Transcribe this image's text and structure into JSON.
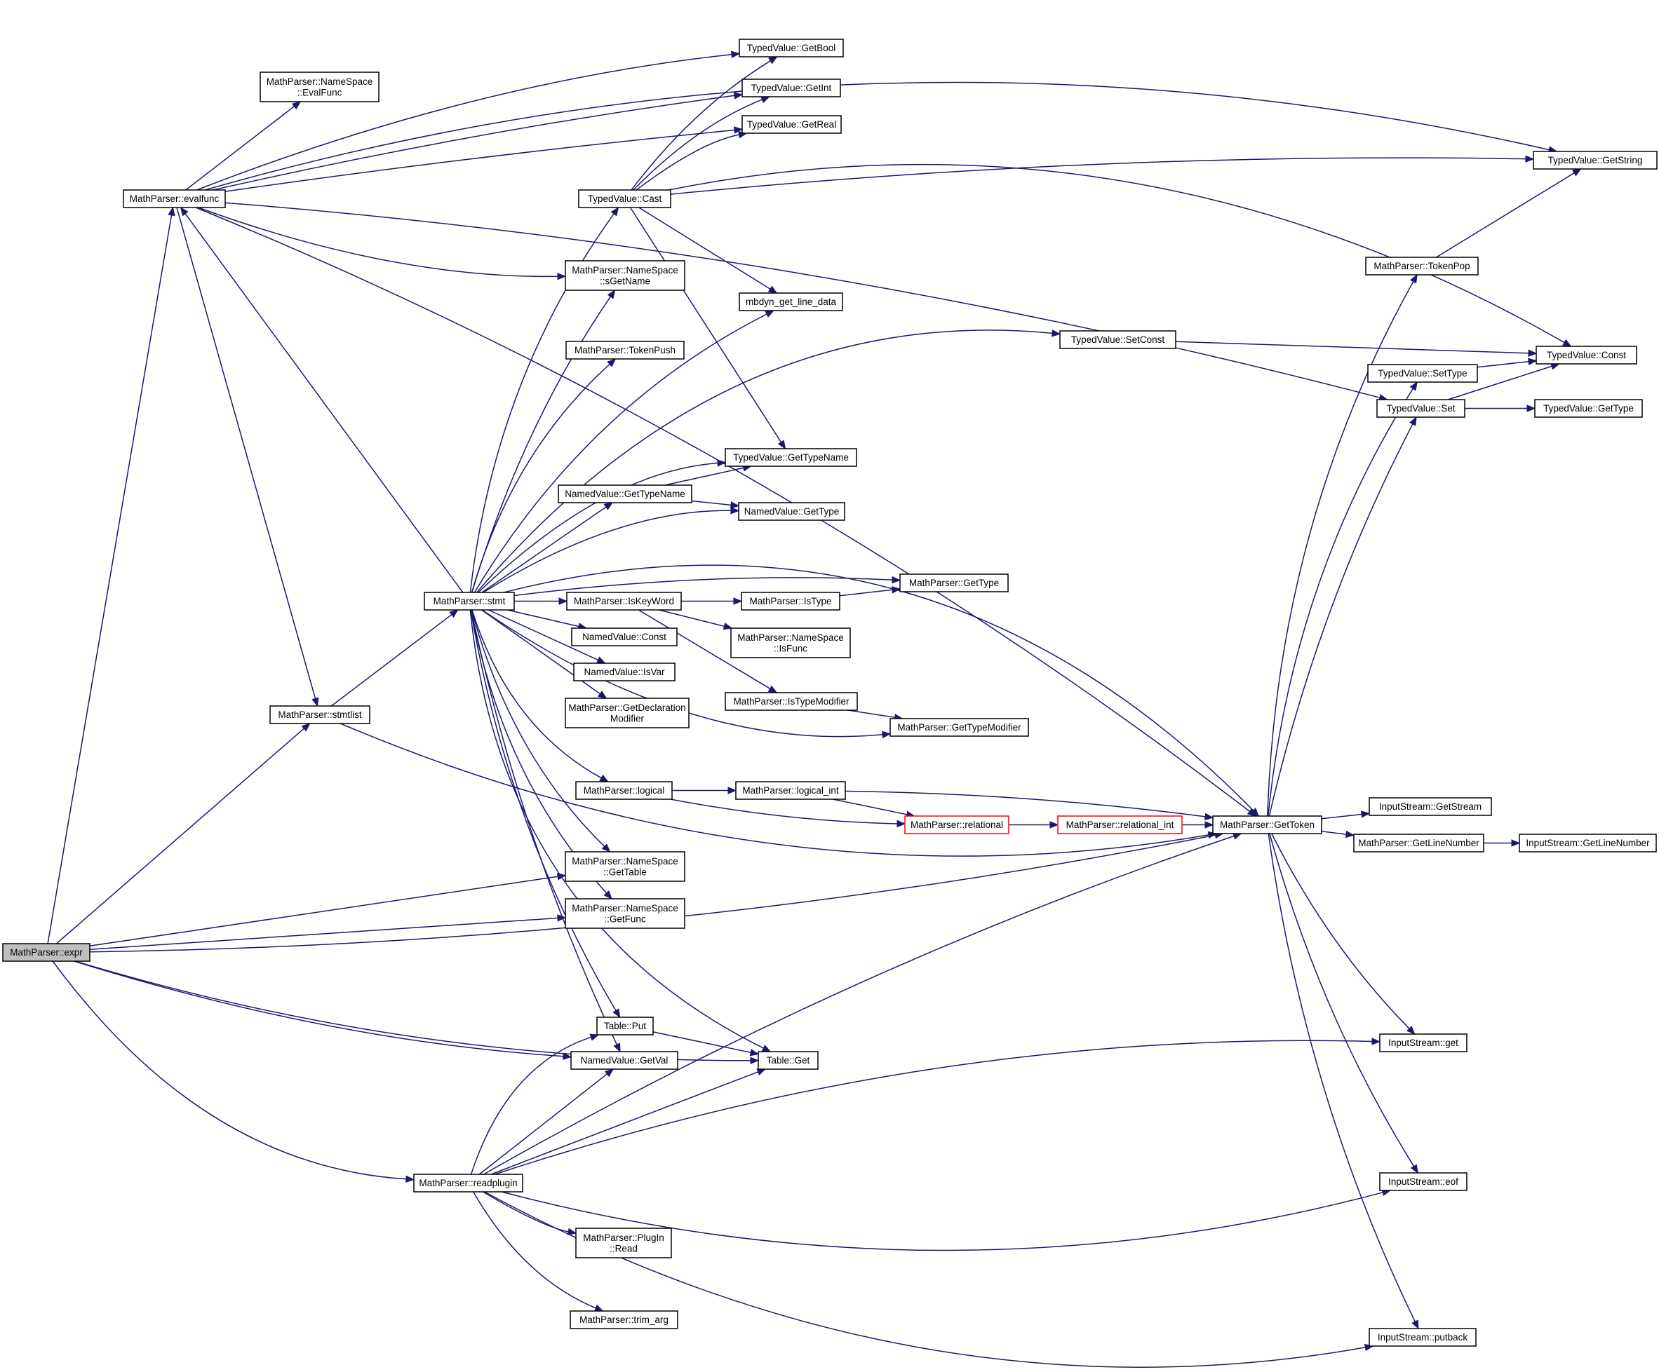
{
  "graph": {
    "title": "",
    "colors": {
      "edge": "#191970",
      "node_border": "#000000",
      "root_fill": "#bfbfbf",
      "truncated_border": "#ff0000",
      "background": "#ffffff"
    },
    "nodes": [
      {
        "id": "expr",
        "label": [
          "MathParser::expr"
        ],
        "root": true
      },
      {
        "id": "evalfunc",
        "label": [
          "MathParser::evalfunc"
        ]
      },
      {
        "id": "ns_evalfunc",
        "label": [
          "MathParser::NameSpace",
          "::EvalFunc"
        ]
      },
      {
        "id": "stmtlist",
        "label": [
          "MathParser::stmtlist"
        ]
      },
      {
        "id": "stmt",
        "label": [
          "MathParser::stmt"
        ]
      },
      {
        "id": "readplugin",
        "label": [
          "MathParser::readplugin"
        ]
      },
      {
        "id": "getbool",
        "label": [
          "TypedValue::GetBool"
        ]
      },
      {
        "id": "getint",
        "label": [
          "TypedValue::GetInt"
        ]
      },
      {
        "id": "getreal",
        "label": [
          "TypedValue::GetReal"
        ]
      },
      {
        "id": "cast",
        "label": [
          "TypedValue::Cast"
        ]
      },
      {
        "id": "sgetname",
        "label": [
          "MathParser::NameSpace",
          "::sGetName"
        ]
      },
      {
        "id": "mbdyn",
        "label": [
          "mbdyn_get_line_data"
        ]
      },
      {
        "id": "tokenpush",
        "label": [
          "MathParser::TokenPush"
        ]
      },
      {
        "id": "tv_gettypename",
        "label": [
          "TypedValue::GetTypeName"
        ]
      },
      {
        "id": "nv_gettypename",
        "label": [
          "NamedValue::GetTypeName"
        ]
      },
      {
        "id": "nv_gettype",
        "label": [
          "NamedValue::GetType"
        ]
      },
      {
        "id": "iskeyword",
        "label": [
          "MathParser::IsKeyWord"
        ]
      },
      {
        "id": "istype",
        "label": [
          "MathParser::IsType"
        ]
      },
      {
        "id": "mp_gettype",
        "label": [
          "MathParser::GetType"
        ]
      },
      {
        "id": "isfunc",
        "label": [
          "MathParser::NameSpace",
          "::IsFunc"
        ]
      },
      {
        "id": "nv_const",
        "label": [
          "NamedValue::Const"
        ]
      },
      {
        "id": "nv_isvar",
        "label": [
          "NamedValue::IsVar"
        ]
      },
      {
        "id": "getdeclmod",
        "label": [
          "MathParser::GetDeclaration",
          "Modifier"
        ]
      },
      {
        "id": "istypemod",
        "label": [
          "MathParser::IsTypeModifier"
        ]
      },
      {
        "id": "gettypemod",
        "label": [
          "MathParser::GetTypeModifier"
        ]
      },
      {
        "id": "logical",
        "label": [
          "MathParser::logical"
        ]
      },
      {
        "id": "logical_int",
        "label": [
          "MathParser::logical_int"
        ]
      },
      {
        "id": "relational",
        "label": [
          "MathParser::relational"
        ],
        "truncated": true
      },
      {
        "id": "relational_int",
        "label": [
          "MathParser::relational_int"
        ],
        "truncated": true
      },
      {
        "id": "gettoken",
        "label": [
          "MathParser::GetToken"
        ]
      },
      {
        "id": "gettable",
        "label": [
          "MathParser::NameSpace",
          "::GetTable"
        ]
      },
      {
        "id": "getfunc",
        "label": [
          "MathParser::NameSpace",
          "::GetFunc"
        ]
      },
      {
        "id": "put",
        "label": [
          "Table::Put"
        ]
      },
      {
        "id": "getval",
        "label": [
          "NamedValue::GetVal"
        ]
      },
      {
        "id": "tget",
        "label": [
          "Table::Get"
        ]
      },
      {
        "id": "pluginread",
        "label": [
          "MathParser::PlugIn",
          "::Read"
        ]
      },
      {
        "id": "trimarg",
        "label": [
          "MathParser::trim_arg"
        ]
      },
      {
        "id": "setconst",
        "label": [
          "TypedValue::SetConst"
        ]
      },
      {
        "id": "getstring",
        "label": [
          "TypedValue::GetString"
        ]
      },
      {
        "id": "tokenpop",
        "label": [
          "MathParser::TokenPop"
        ]
      },
      {
        "id": "tv_const",
        "label": [
          "TypedValue::Const"
        ]
      },
      {
        "id": "settype",
        "label": [
          "TypedValue::SetType"
        ]
      },
      {
        "id": "set",
        "label": [
          "TypedValue::Set"
        ]
      },
      {
        "id": "tv_gettype",
        "label": [
          "TypedValue::GetType"
        ]
      },
      {
        "id": "getstream",
        "label": [
          "InputStream::GetStream"
        ]
      },
      {
        "id": "getlinenumber",
        "label": [
          "MathParser::GetLineNumber"
        ]
      },
      {
        "id": "is_getlinenumber",
        "label": [
          "InputStream::GetLineNumber"
        ]
      },
      {
        "id": "is_get",
        "label": [
          "InputStream::get"
        ]
      },
      {
        "id": "is_eof",
        "label": [
          "InputStream::eof"
        ]
      },
      {
        "id": "is_putback",
        "label": [
          "InputStream::putback"
        ]
      }
    ],
    "edges": [
      [
        "expr",
        "evalfunc"
      ],
      [
        "expr",
        "stmtlist"
      ],
      [
        "expr",
        "gettable"
      ],
      [
        "expr",
        "getfunc"
      ],
      [
        "expr",
        "gettoken"
      ],
      [
        "expr",
        "getval"
      ],
      [
        "expr",
        "tget"
      ],
      [
        "expr",
        "readplugin"
      ],
      [
        "evalfunc",
        "getbool"
      ],
      [
        "evalfunc",
        "ns_evalfunc"
      ],
      [
        "evalfunc",
        "getint"
      ],
      [
        "evalfunc",
        "getreal"
      ],
      [
        "evalfunc",
        "getstring"
      ],
      [
        "evalfunc",
        "sgetname"
      ],
      [
        "evalfunc",
        "stmtlist"
      ],
      [
        "evalfunc",
        "gettoken"
      ],
      [
        "evalfunc",
        "set"
      ],
      [
        "stmtlist",
        "stmt"
      ],
      [
        "stmtlist",
        "gettoken"
      ],
      [
        "stmt",
        "evalfunc"
      ],
      [
        "stmt",
        "cast"
      ],
      [
        "stmt",
        "sgetname"
      ],
      [
        "stmt",
        "tokenpush"
      ],
      [
        "stmt",
        "mbdyn"
      ],
      [
        "stmt",
        "setconst"
      ],
      [
        "stmt",
        "gettoken"
      ],
      [
        "stmt",
        "tv_gettypename"
      ],
      [
        "stmt",
        "nv_gettypename"
      ],
      [
        "stmt",
        "nv_gettype"
      ],
      [
        "stmt",
        "mp_gettype"
      ],
      [
        "stmt",
        "iskeyword"
      ],
      [
        "stmt",
        "nv_const"
      ],
      [
        "stmt",
        "nv_isvar"
      ],
      [
        "stmt",
        "getdeclmod"
      ],
      [
        "stmt",
        "gettypemod"
      ],
      [
        "stmt",
        "logical"
      ],
      [
        "stmt",
        "tget"
      ],
      [
        "stmt",
        "gettable"
      ],
      [
        "stmt",
        "getfunc"
      ],
      [
        "stmt",
        "put"
      ],
      [
        "stmt",
        "getval"
      ],
      [
        "cast",
        "getbool"
      ],
      [
        "cast",
        "getint"
      ],
      [
        "cast",
        "getreal"
      ],
      [
        "cast",
        "getstring"
      ],
      [
        "cast",
        "tv_const"
      ],
      [
        "cast",
        "mbdyn"
      ],
      [
        "cast",
        "tv_gettypename"
      ],
      [
        "nv_gettypename",
        "tv_gettypename"
      ],
      [
        "nv_gettypename",
        "nv_gettype"
      ],
      [
        "iskeyword",
        "istype"
      ],
      [
        "iskeyword",
        "isfunc"
      ],
      [
        "iskeyword",
        "istypemod"
      ],
      [
        "istype",
        "mp_gettype"
      ],
      [
        "istypemod",
        "gettypemod"
      ],
      [
        "logical",
        "logical_int"
      ],
      [
        "logical",
        "relational"
      ],
      [
        "logical_int",
        "relational"
      ],
      [
        "logical_int",
        "gettoken"
      ],
      [
        "relational",
        "relational_int"
      ],
      [
        "relational_int",
        "gettoken"
      ],
      [
        "setconst",
        "tv_const"
      ],
      [
        "tokenpop",
        "getstring"
      ],
      [
        "settype",
        "tv_const"
      ],
      [
        "set",
        "tv_const"
      ],
      [
        "set",
        "tv_gettype"
      ],
      [
        "gettoken",
        "tokenpop"
      ],
      [
        "gettoken",
        "settype"
      ],
      [
        "gettoken",
        "set"
      ],
      [
        "gettoken",
        "getstream"
      ],
      [
        "gettoken",
        "getlinenumber"
      ],
      [
        "gettoken",
        "is_get"
      ],
      [
        "gettoken",
        "is_eof"
      ],
      [
        "gettoken",
        "is_putback"
      ],
      [
        "getlinenumber",
        "is_getlinenumber"
      ],
      [
        "put",
        "tget"
      ],
      [
        "readplugin",
        "put"
      ],
      [
        "readplugin",
        "getval"
      ],
      [
        "readplugin",
        "tget"
      ],
      [
        "readplugin",
        "gettoken"
      ],
      [
        "readplugin",
        "pluginread"
      ],
      [
        "readplugin",
        "trimarg"
      ],
      [
        "readplugin",
        "is_get"
      ],
      [
        "readplugin",
        "is_eof"
      ],
      [
        "readplugin",
        "is_putback"
      ]
    ]
  }
}
